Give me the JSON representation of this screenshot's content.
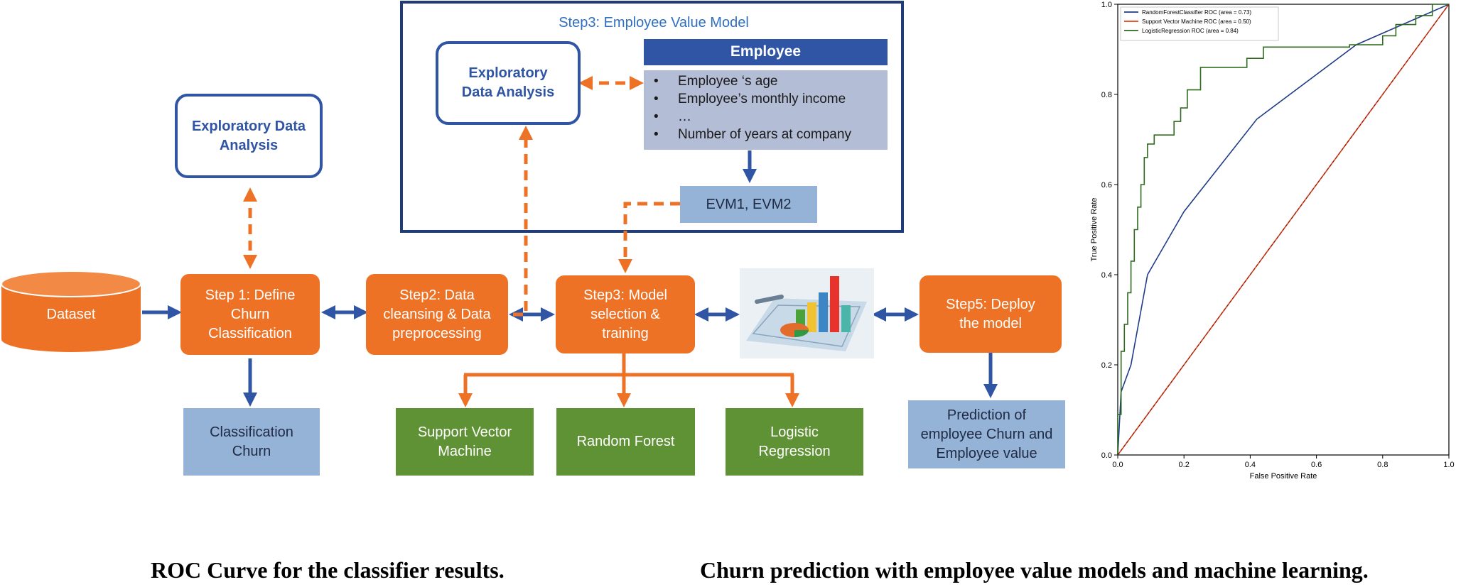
{
  "diagram": {
    "dataset": "Dataset",
    "step1": "Step 1: Define\nChurn\nClassification",
    "step2": "Step2: Data\ncleansing & Data\npreprocessing",
    "step3": "Step3: Model\nselection &\ntraining",
    "step5": "Step5: Deploy\nthe model",
    "eda_left": "Exploratory Data\nAnalysis",
    "classification_churn": "Classification\nChurn",
    "svm": "Support Vector\nMachine",
    "random_forest": "Random Forest",
    "logistic": "Logistic\nRegression",
    "prediction": "Prediction of\nemployee Churn and\nEmployee value",
    "evm_panel": {
      "title": "Step3: Employee Value Model",
      "eda": "Exploratory\nData Analysis",
      "employee_header": "Employee",
      "attributes": [
        "Employee ‘s age",
        "Employee’s monthly income",
        "…",
        "Number of years at company"
      ],
      "evm_box": "EVM1, EVM2"
    },
    "colors": {
      "orange": "#ee7225",
      "blue": "#2f55a4",
      "light_blue": "#95b3d7",
      "green": "#5f9234",
      "panel_list": "#b4bdd6"
    },
    "image_icon": "bar-chart-3d-illustration"
  },
  "chart_data": {
    "type": "line",
    "xlabel": "False Positive Rate",
    "ylabel": "True Positive Rate",
    "xlim": [
      0,
      1
    ],
    "ylim": [
      0,
      1
    ],
    "xticks": [
      "0.0",
      "0.2",
      "0.4",
      "0.6",
      "0.8",
      "1.0"
    ],
    "yticks": [
      "0.0",
      "0.2",
      "0.4",
      "0.6",
      "0.8",
      "1.0"
    ],
    "grid": false,
    "legend_position": "top-left",
    "series": [
      {
        "name": "RandomForestClassifier ROC (area = 0.73)",
        "color": "#1f3c88",
        "points": [
          [
            0,
            0
          ],
          [
            0.01,
            0.14
          ],
          [
            0.04,
            0.2
          ],
          [
            0.09,
            0.4
          ],
          [
            0.2,
            0.54
          ],
          [
            0.42,
            0.745
          ],
          [
            0.72,
            0.91
          ],
          [
            1,
            1
          ]
        ]
      },
      {
        "name": "Support Vector Machine ROC (area = 0.50)",
        "color": "#e8401c",
        "points": [
          [
            0,
            0
          ],
          [
            1,
            1
          ]
        ]
      },
      {
        "name": "LogisticRegression ROC (area = 0.84)",
        "color": "#2e6b1f",
        "points": [
          [
            0,
            0
          ],
          [
            0,
            0.09
          ],
          [
            0.01,
            0.09
          ],
          [
            0.01,
            0.23
          ],
          [
            0.02,
            0.23
          ],
          [
            0.02,
            0.29
          ],
          [
            0.03,
            0.29
          ],
          [
            0.03,
            0.36
          ],
          [
            0.04,
            0.36
          ],
          [
            0.04,
            0.43
          ],
          [
            0.05,
            0.43
          ],
          [
            0.05,
            0.5
          ],
          [
            0.06,
            0.5
          ],
          [
            0.06,
            0.55
          ],
          [
            0.07,
            0.55
          ],
          [
            0.07,
            0.6
          ],
          [
            0.08,
            0.6
          ],
          [
            0.08,
            0.66
          ],
          [
            0.09,
            0.66
          ],
          [
            0.09,
            0.69
          ],
          [
            0.11,
            0.69
          ],
          [
            0.11,
            0.71
          ],
          [
            0.17,
            0.71
          ],
          [
            0.17,
            0.74
          ],
          [
            0.19,
            0.74
          ],
          [
            0.19,
            0.77
          ],
          [
            0.21,
            0.77
          ],
          [
            0.21,
            0.81
          ],
          [
            0.25,
            0.81
          ],
          [
            0.25,
            0.86
          ],
          [
            0.39,
            0.86
          ],
          [
            0.39,
            0.88
          ],
          [
            0.44,
            0.88
          ],
          [
            0.44,
            0.905
          ],
          [
            0.7,
            0.905
          ],
          [
            0.7,
            0.91
          ],
          [
            0.8,
            0.91
          ],
          [
            0.8,
            0.93
          ],
          [
            0.84,
            0.93
          ],
          [
            0.84,
            0.955
          ],
          [
            0.9,
            0.955
          ],
          [
            0.9,
            0.975
          ],
          [
            0.95,
            0.975
          ],
          [
            0.95,
            1
          ],
          [
            1,
            1
          ]
        ]
      }
    ]
  },
  "captions": {
    "roc": "ROC Curve for the classifier results.",
    "churn": "Churn prediction with employee value models and machine learning."
  }
}
